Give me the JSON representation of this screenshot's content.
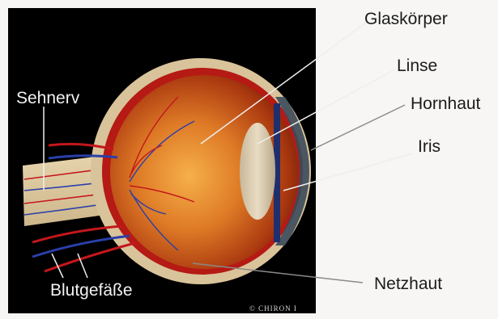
{
  "labels": {
    "glaskoerper": "Glaskörper",
    "linse": "Linse",
    "hornhaut": "Hornhaut",
    "iris": "Iris",
    "netzhaut": "Netzhaut",
    "sehnerv": "Sehnerv",
    "blutgefaesse": "Blutgefäße"
  },
  "credit": "© CHIRON I",
  "colors": {
    "background": "#000000",
    "page": "#f7f6f4",
    "sclera": "#d9c39a",
    "vitreous": "#c8561b",
    "artery": "#c4171c",
    "vein": "#2a3fa8",
    "leader_line_dark": "#8a8a8a",
    "leader_line_light": "#eeeeee"
  }
}
